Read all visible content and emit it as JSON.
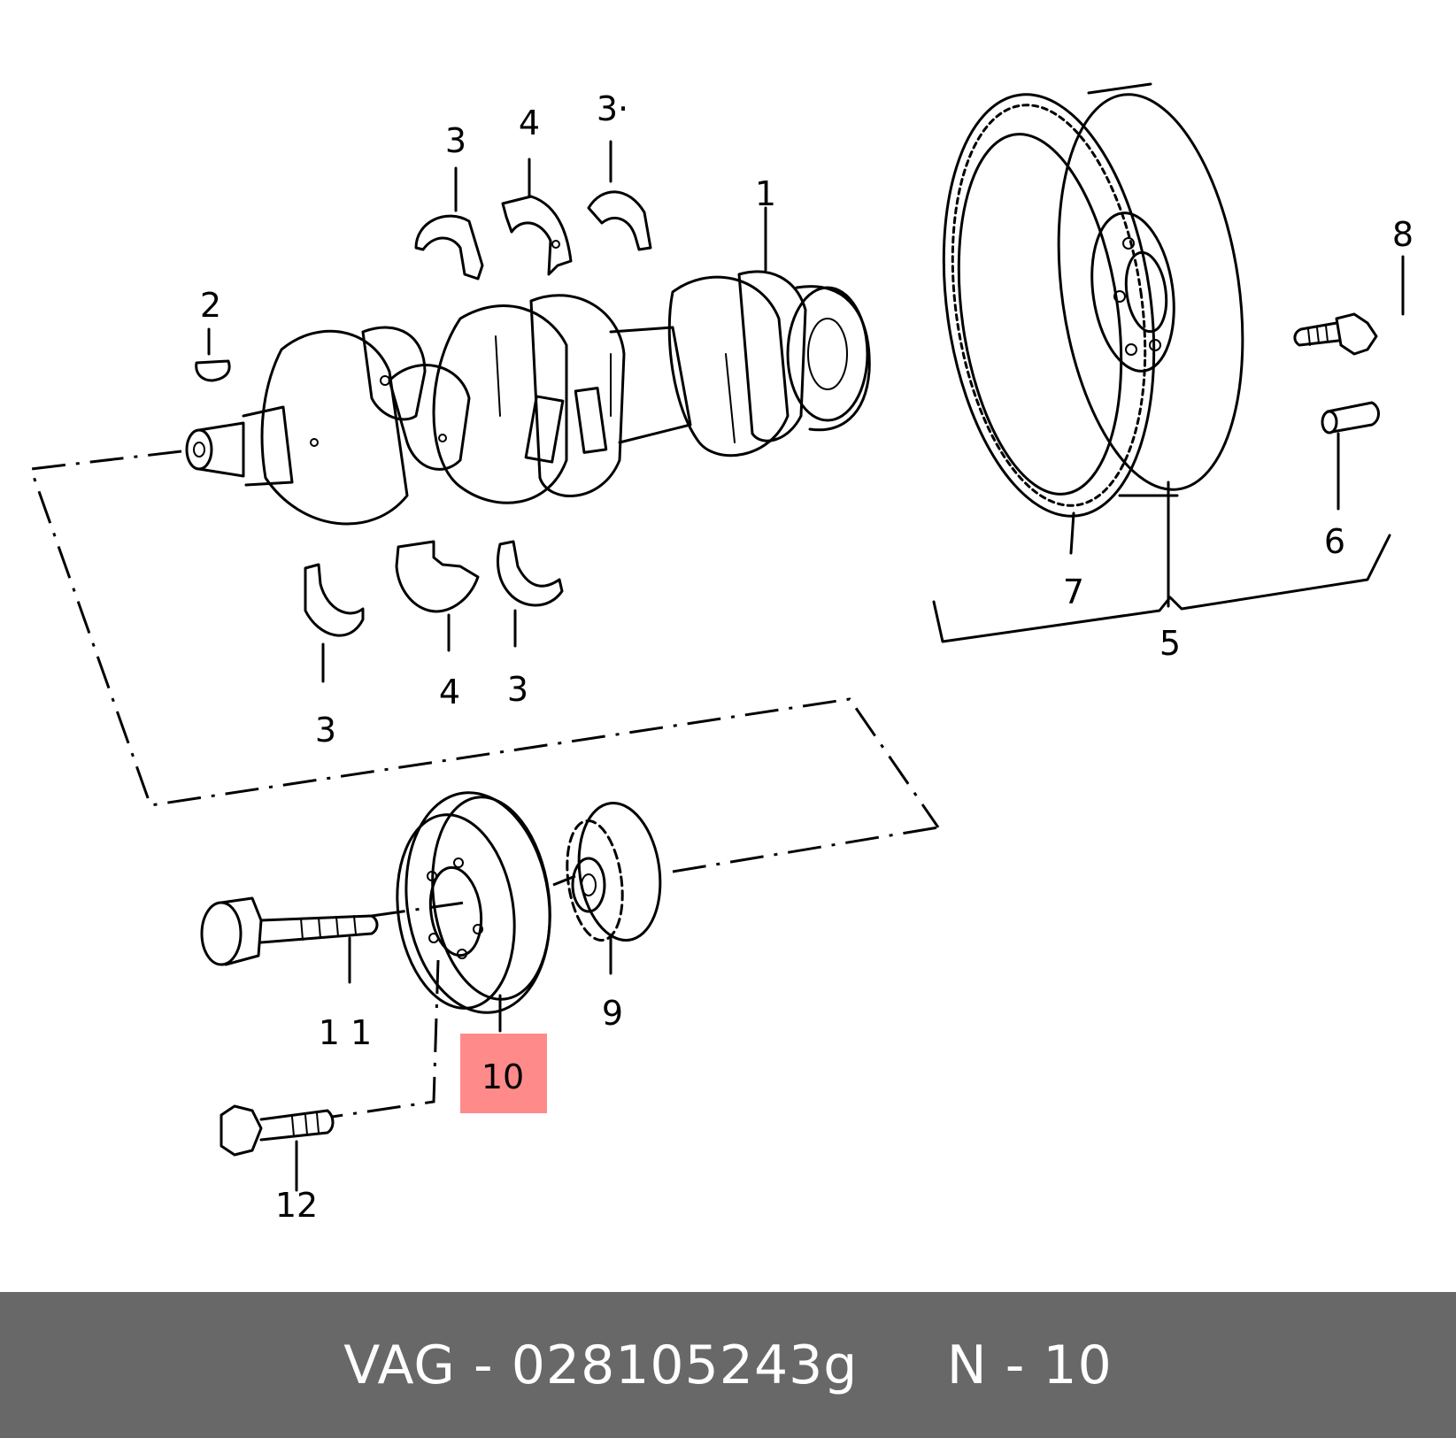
{
  "callouts": {
    "c1": "1",
    "c2": "2",
    "c3a": "3",
    "c4a": "4",
    "c3b": "3·",
    "c3c": "3",
    "c4b": "4",
    "c3d": "3",
    "c5": "5",
    "c6": "6",
    "c7": "7",
    "c8": "8",
    "c9": "9",
    "c10": "10",
    "c11": "1 1",
    "c12": "12"
  },
  "highlight": {
    "label": "10",
    "color": "#ff8a8a"
  },
  "footer": {
    "text": "VAG - 028105243g     N - 10",
    "background": "#686868",
    "text_color": "#ffffff"
  }
}
